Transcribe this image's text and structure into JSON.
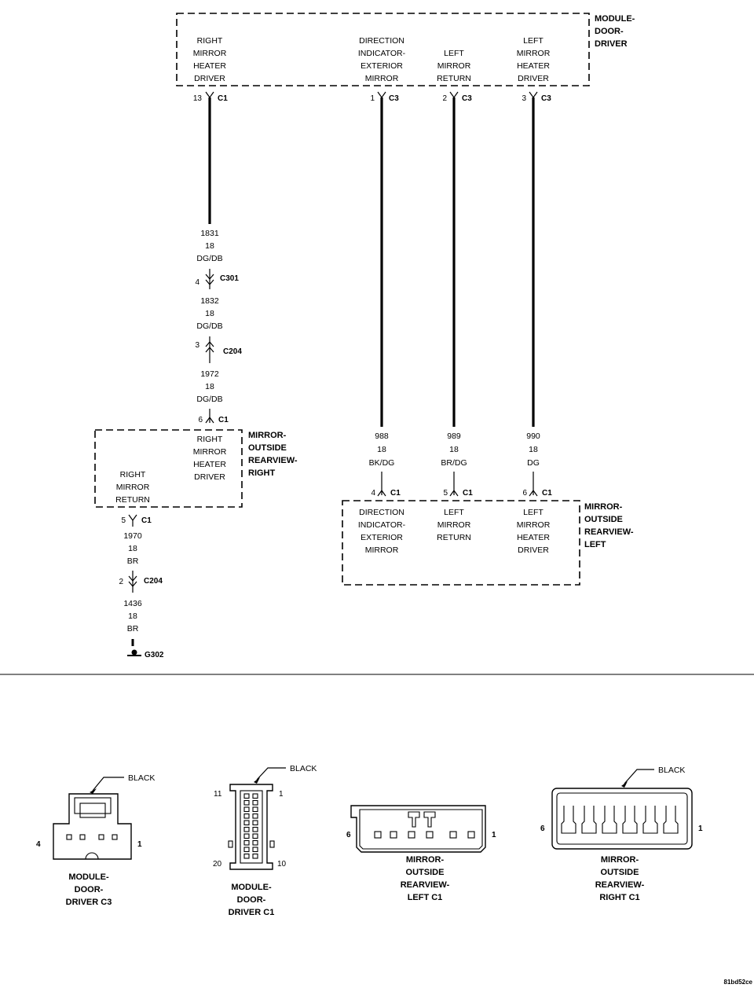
{
  "modules": {
    "driver_door": {
      "name": [
        "MODULE-",
        "DOOR-",
        "DRIVER"
      ],
      "pins": [
        {
          "label": [
            "RIGHT",
            "MIRROR",
            "HEATER",
            "DRIVER"
          ],
          "pin": "13",
          "connector": "C1"
        },
        {
          "label": [
            "DIRECTION",
            "INDICATOR-",
            "EXTERIOR",
            "MIRROR"
          ],
          "pin": "1",
          "connector": "C3"
        },
        {
          "label": [
            "LEFT",
            "MIRROR",
            "RETURN"
          ],
          "pin": "2",
          "connector": "C3"
        },
        {
          "label": [
            "LEFT",
            "MIRROR",
            "HEATER",
            "DRIVER"
          ],
          "pin": "3",
          "connector": "C3"
        }
      ]
    },
    "mirror_right": {
      "name": [
        "MIRROR-",
        "OUTSIDE",
        "REARVIEW-",
        "RIGHT"
      ],
      "pins": [
        {
          "label": [
            "RIGHT",
            "MIRROR",
            "HEATER",
            "DRIVER"
          ],
          "pin": "6",
          "connector": "C1"
        },
        {
          "label": [
            "RIGHT",
            "MIRROR",
            "RETURN"
          ],
          "pin": "5",
          "connector": "C1"
        }
      ]
    },
    "mirror_left": {
      "name": [
        "MIRROR-",
        "OUTSIDE",
        "REARVIEW-",
        "LEFT"
      ],
      "pins": [
        {
          "label": [
            "DIRECTION",
            "INDICATOR-",
            "EXTERIOR",
            "MIRROR"
          ],
          "pin": "4",
          "connector": "C1"
        },
        {
          "label": [
            "LEFT",
            "MIRROR",
            "RETURN"
          ],
          "pin": "5",
          "connector": "C1"
        },
        {
          "label": [
            "LEFT",
            "MIRROR",
            "HEATER",
            "DRIVER"
          ],
          "pin": "6",
          "connector": "C1"
        }
      ]
    }
  },
  "wires": {
    "right_heater": [
      {
        "circuit": "1831",
        "gauge": "18",
        "color": "DG/DB"
      },
      {
        "circuit": "1832",
        "gauge": "18",
        "color": "DG/DB"
      },
      {
        "circuit": "1972",
        "gauge": "18",
        "color": "DG/DB"
      }
    ],
    "right_return": [
      {
        "circuit": "1970",
        "gauge": "18",
        "color": "BR"
      },
      {
        "circuit": "1436",
        "gauge": "18",
        "color": "BR"
      }
    ],
    "left_direction": {
      "circuit": "988",
      "gauge": "18",
      "color": "BK/DG"
    },
    "left_return": {
      "circuit": "989",
      "gauge": "18",
      "color": "BR/DG"
    },
    "left_heater": {
      "circuit": "990",
      "gauge": "18",
      "color": "DG"
    }
  },
  "inline_connectors": [
    {
      "pin": "4",
      "name": "C301"
    },
    {
      "pin": "3",
      "name": "C204"
    },
    {
      "pin": "2",
      "name": "C204"
    }
  ],
  "ground": {
    "name": "G302"
  },
  "connector_views": [
    {
      "caption": [
        "MODULE-",
        "DOOR-",
        "DRIVER C3"
      ],
      "color": "BLACK",
      "pin_left": "4",
      "pin_right": "1"
    },
    {
      "caption": [
        "MODULE-",
        "DOOR-",
        "DRIVER C1"
      ],
      "color": "BLACK",
      "pin_tl": "11",
      "pin_tr": "1",
      "pin_bl": "20",
      "pin_br": "10"
    },
    {
      "caption": [
        "MIRROR-",
        "OUTSIDE",
        "REARVIEW-",
        "LEFT C1"
      ],
      "pin_left": "6",
      "pin_right": "1"
    },
    {
      "caption": [
        "MIRROR-",
        "OUTSIDE",
        "REARVIEW-",
        "RIGHT C1"
      ],
      "color": "BLACK",
      "pin_left": "6",
      "pin_right": "1"
    }
  ],
  "figure_id": "81bd52ce"
}
